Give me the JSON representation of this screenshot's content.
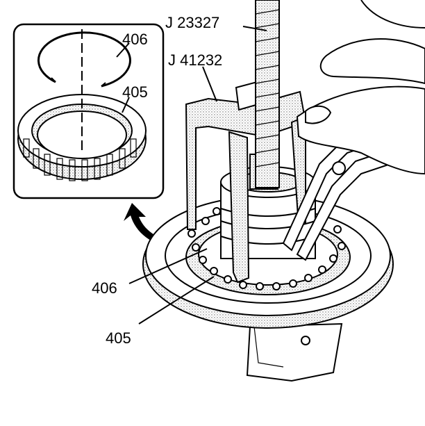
{
  "labels": {
    "tool_j23327": "J 23327",
    "tool_j41232": "J 41232",
    "inset_snap_ring": "406",
    "inset_bearing": "405",
    "main_snap_ring": "406",
    "main_bearing": "405"
  }
}
